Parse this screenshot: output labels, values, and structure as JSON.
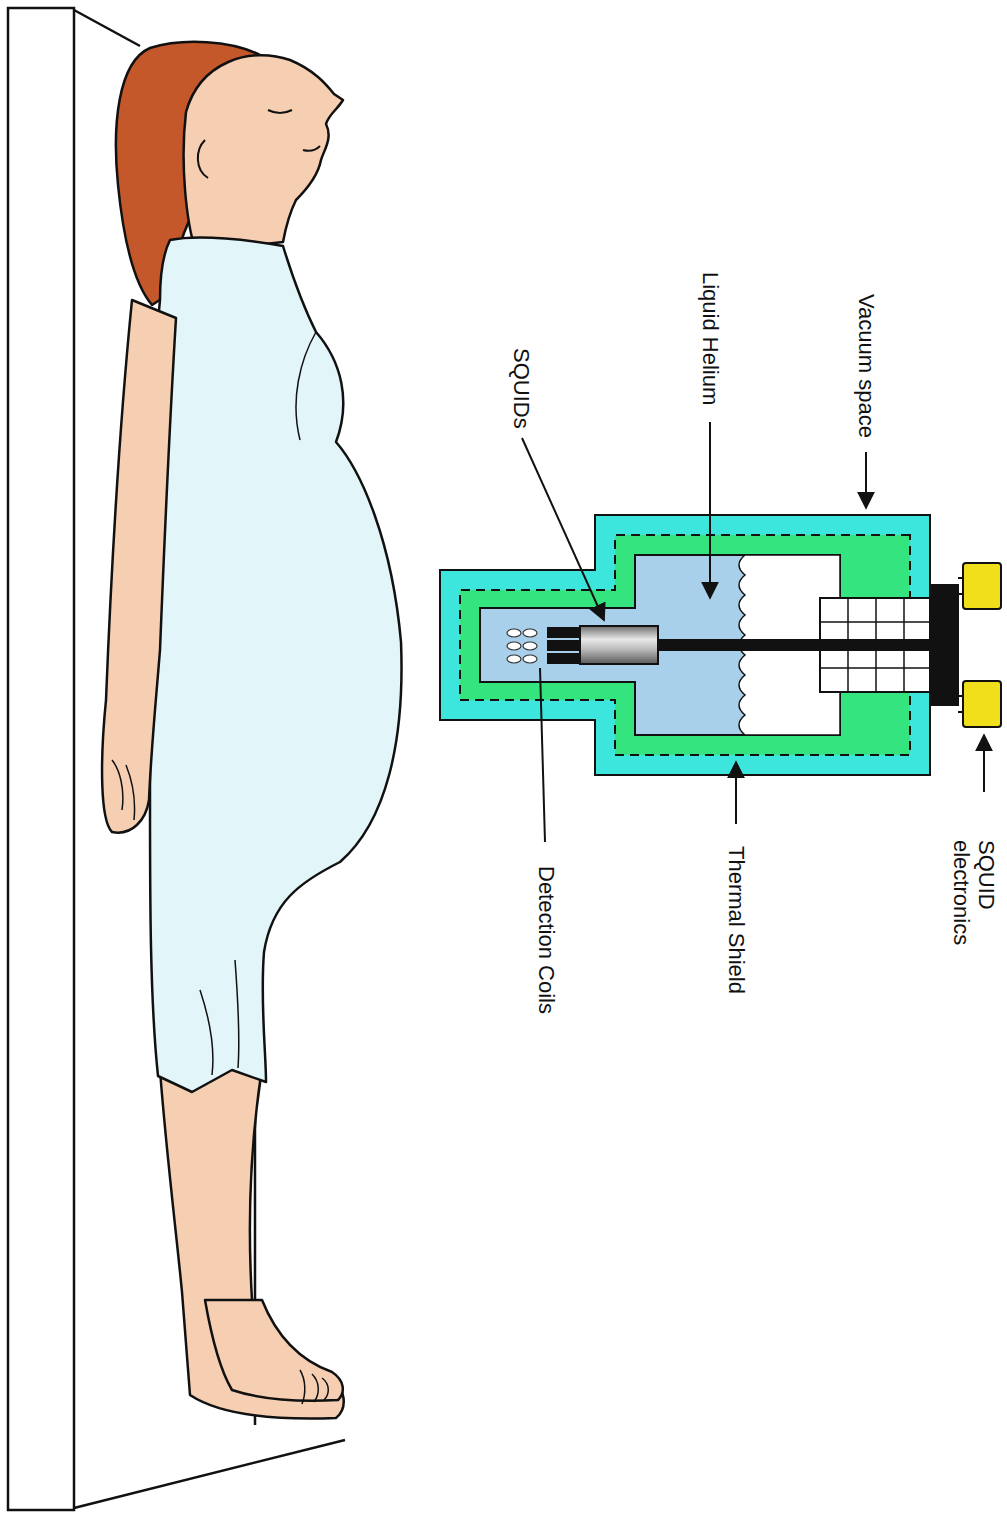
{
  "diagram": {
    "labels": [
      "Vacuum space",
      "Liquid Helium",
      "SQUIDs",
      "Detection Coils",
      "Thermal Shield",
      "SQUID electronics"
    ]
  }
}
